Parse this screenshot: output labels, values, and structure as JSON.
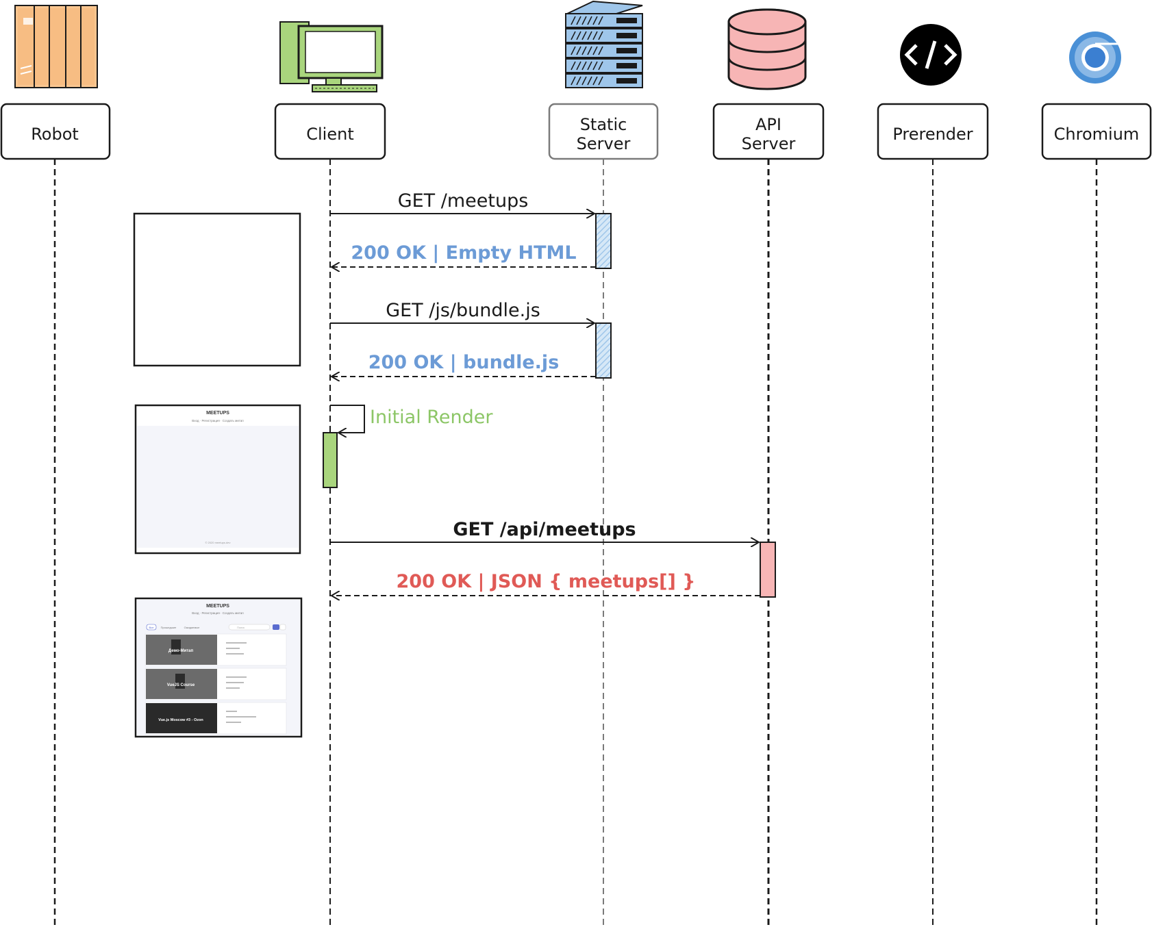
{
  "actors": [
    {
      "id": "robot",
      "label_lines": [
        "Robot"
      ],
      "icon": "robot-icon"
    },
    {
      "id": "client",
      "label_lines": [
        "Client"
      ],
      "icon": "computer-icon"
    },
    {
      "id": "static",
      "label_lines": [
        "Static",
        "Server"
      ],
      "icon": "server-rack-icon"
    },
    {
      "id": "api",
      "label_lines": [
        "API",
        "Server"
      ],
      "icon": "database-icon"
    },
    {
      "id": "prerender",
      "label_lines": [
        "Prerender"
      ],
      "icon": "code-tag-icon"
    },
    {
      "id": "chromium",
      "label_lines": [
        "Chromium"
      ],
      "icon": "chromium-logo-icon"
    }
  ],
  "messages": [
    {
      "text": "GET /meetups",
      "color": "#1a1a1a",
      "bold": false
    },
    {
      "text": "200 OK | Empty HTML",
      "color": "#6c9bd6",
      "bold": true
    },
    {
      "text": "GET /js/bundle.js",
      "color": "#1a1a1a",
      "bold": false
    },
    {
      "text": "200 OK | bundle.js",
      "color": "#6c9bd6",
      "bold": true
    },
    {
      "text": "Initial Render",
      "color": "#8cc666",
      "bold": false
    },
    {
      "text": "GET /api/meetups",
      "color": "#1a1a1a",
      "bold": true
    },
    {
      "text": "200 OK | JSON { meetups[] }",
      "color": "#e05a56",
      "bold": true
    }
  ],
  "thumb_initial": {
    "title": "MEETUPS",
    "nav": "Вход · Регистрация · Создать митап",
    "footer": "© 2020 meetups.dev"
  },
  "thumb_full": {
    "title": "MEETUPS",
    "nav": "Вход · Регистрация · Создать митап",
    "filters": [
      "Все",
      "Прошедшие",
      "Ожидаемые"
    ],
    "search_placeholder": "Поиск",
    "cards": [
      "Демо-Митап",
      "VueJS Course",
      "Vue.js Moscow #3 - Ozon"
    ]
  },
  "colors": {
    "static": "#9fc6ea",
    "api": "#f7b5b5",
    "client": "#a9d57d",
    "robot": "#f9c690",
    "ink": "#1a1a1a"
  }
}
